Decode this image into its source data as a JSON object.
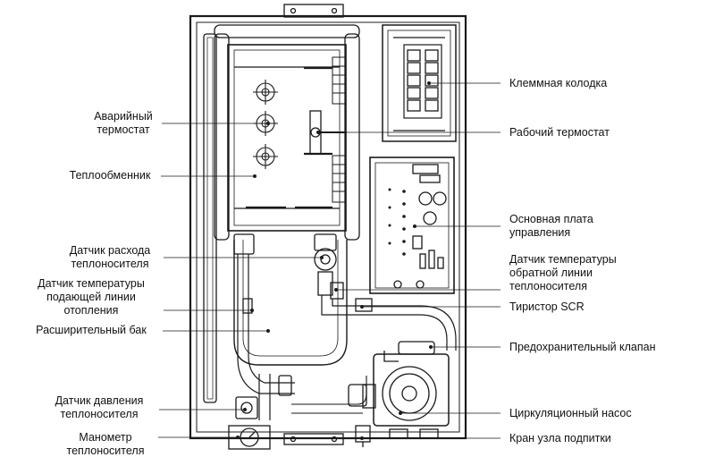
{
  "labels_left": [
    {
      "id": "emergency-thermostat",
      "text": "Аварийный\nтермостат"
    },
    {
      "id": "heat-exchanger",
      "text": "Теплообменник"
    },
    {
      "id": "flow-sensor",
      "text": "Датчик расхода\nтеплоносителя"
    },
    {
      "id": "supply-temp-sensor",
      "text": "Датчик температуры\nподающей линии\nотопления"
    },
    {
      "id": "expansion-tank",
      "text": "Расширительный бак"
    },
    {
      "id": "pressure-sensor",
      "text": "Датчик давления\nтеплоносителя"
    },
    {
      "id": "manometer",
      "text": "Манометр\nтеплоносителя"
    }
  ],
  "labels_right": [
    {
      "id": "terminal-block",
      "text": "Клеммная колодка"
    },
    {
      "id": "working-thermostat",
      "text": "Рабочий термостат"
    },
    {
      "id": "main-board",
      "text": "Основная плата\nуправления"
    },
    {
      "id": "return-temp-sensor",
      "text": "Датчик температуры\nобратной линии\nтеплоносителя"
    },
    {
      "id": "scr-thyristor",
      "text": "Тиристор SCR"
    },
    {
      "id": "safety-valve",
      "text": "Предохранительный клапан"
    },
    {
      "id": "circulation-pump",
      "text": "Циркуляционный насос"
    },
    {
      "id": "makeup-valve",
      "text": "Кран узла подпитки"
    }
  ]
}
